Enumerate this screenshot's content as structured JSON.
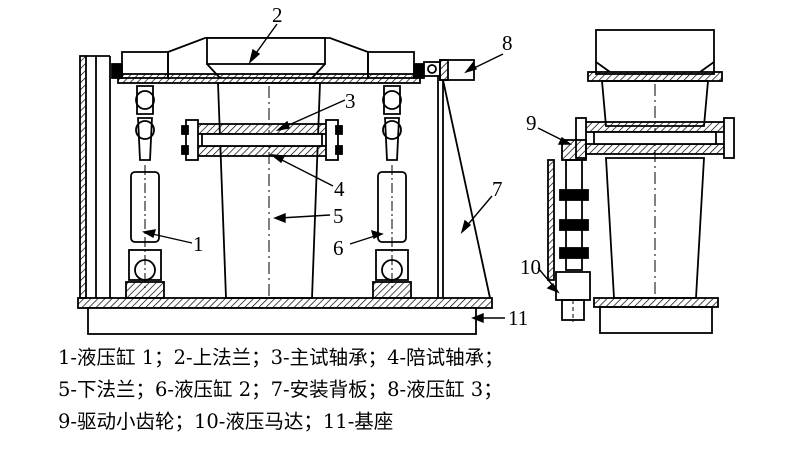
{
  "callouts": {
    "n1": "1",
    "n2": "2",
    "n3": "3",
    "n4": "4",
    "n5": "5",
    "n6": "6",
    "n7": "7",
    "n8": "8",
    "n9": "9",
    "n10": "10",
    "n11": "11"
  },
  "legend": {
    "line1": "1-液压缸 1；2-上法兰；3-主试轴承；4-陪试轴承；",
    "line2": "5-下法兰；6-液压缸 2；7-安装背板；8-液压缸 3；",
    "line3": "9-驱动小齿轮；10-液压马达；11-基座"
  }
}
